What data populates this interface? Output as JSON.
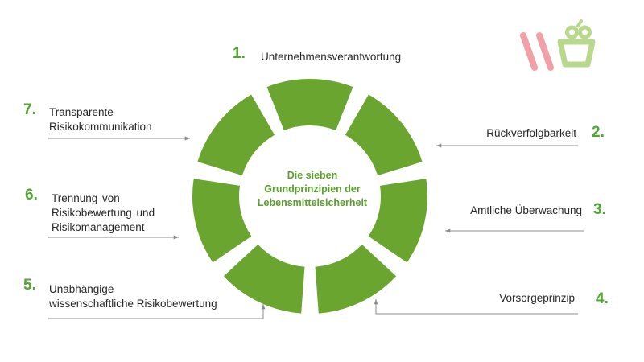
{
  "diagram": {
    "center_title_lines": [
      "Die sieben",
      "Grundprinzipien der",
      "Lebensmittelsicherheit"
    ],
    "principles": [
      {
        "number": "1.",
        "lines": [
          "Unternehmensverantwortung"
        ]
      },
      {
        "number": "2.",
        "lines": [
          "Rückverfolgbarkeit"
        ]
      },
      {
        "number": "3.",
        "lines": [
          "Amtliche Überwachung"
        ]
      },
      {
        "number": "4.",
        "lines": [
          "Vorsorgeprinzip"
        ]
      },
      {
        "number": "5.",
        "lines": [
          "Unabhängige",
          "wissenschaftliche Risikobewertung"
        ]
      },
      {
        "number": "6.",
        "lines": [
          "Trennung von",
          "Risikobewertung und",
          "Risikomanagement"
        ]
      },
      {
        "number": "7.",
        "lines": [
          "Transparente",
          "Risikokommunikation"
        ]
      }
    ]
  },
  "colors": {
    "segment_fill": "#6aa62f",
    "number_color": "#4ea72e",
    "center_text": "#5aa02c",
    "arrow_color": "#8c8c8c",
    "logo_red": "#f2a0a8",
    "logo_green": "#b8d98c"
  },
  "logo": {
    "icon": "shopping-basket-logo-icon"
  }
}
